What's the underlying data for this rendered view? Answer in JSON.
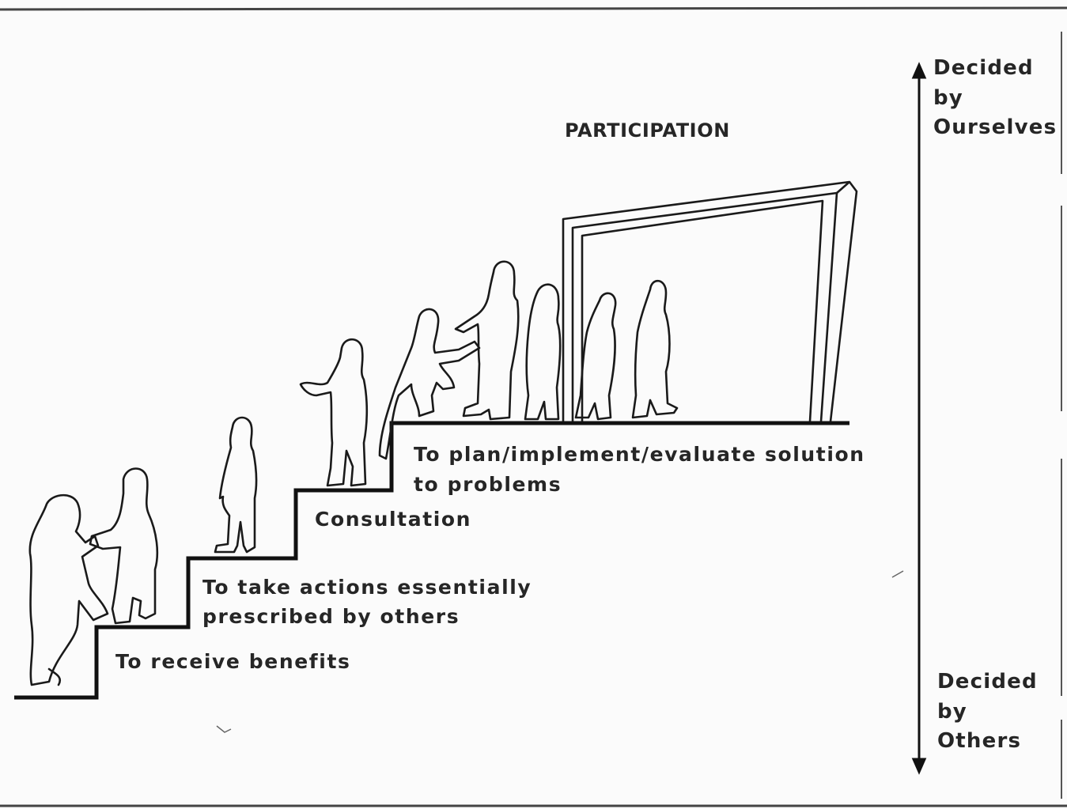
{
  "diagram": {
    "title": "PARTICIPATION",
    "steps": [
      {
        "line1": "To receive benefits",
        "line2": ""
      },
      {
        "line1": "To take actions essentially",
        "line2": "prescribed by others"
      },
      {
        "line1": "Consultation",
        "line2": ""
      },
      {
        "line1": "To plan/implement/evaluate solution",
        "line2": "to problems"
      }
    ],
    "axis": {
      "top_label": [
        "Decided",
        "by",
        "Ourselves"
      ],
      "bottom_label": [
        "Decided",
        "by",
        "Others"
      ]
    },
    "colors": {
      "ink": "#111111",
      "paper": "#fbfbfb"
    }
  }
}
